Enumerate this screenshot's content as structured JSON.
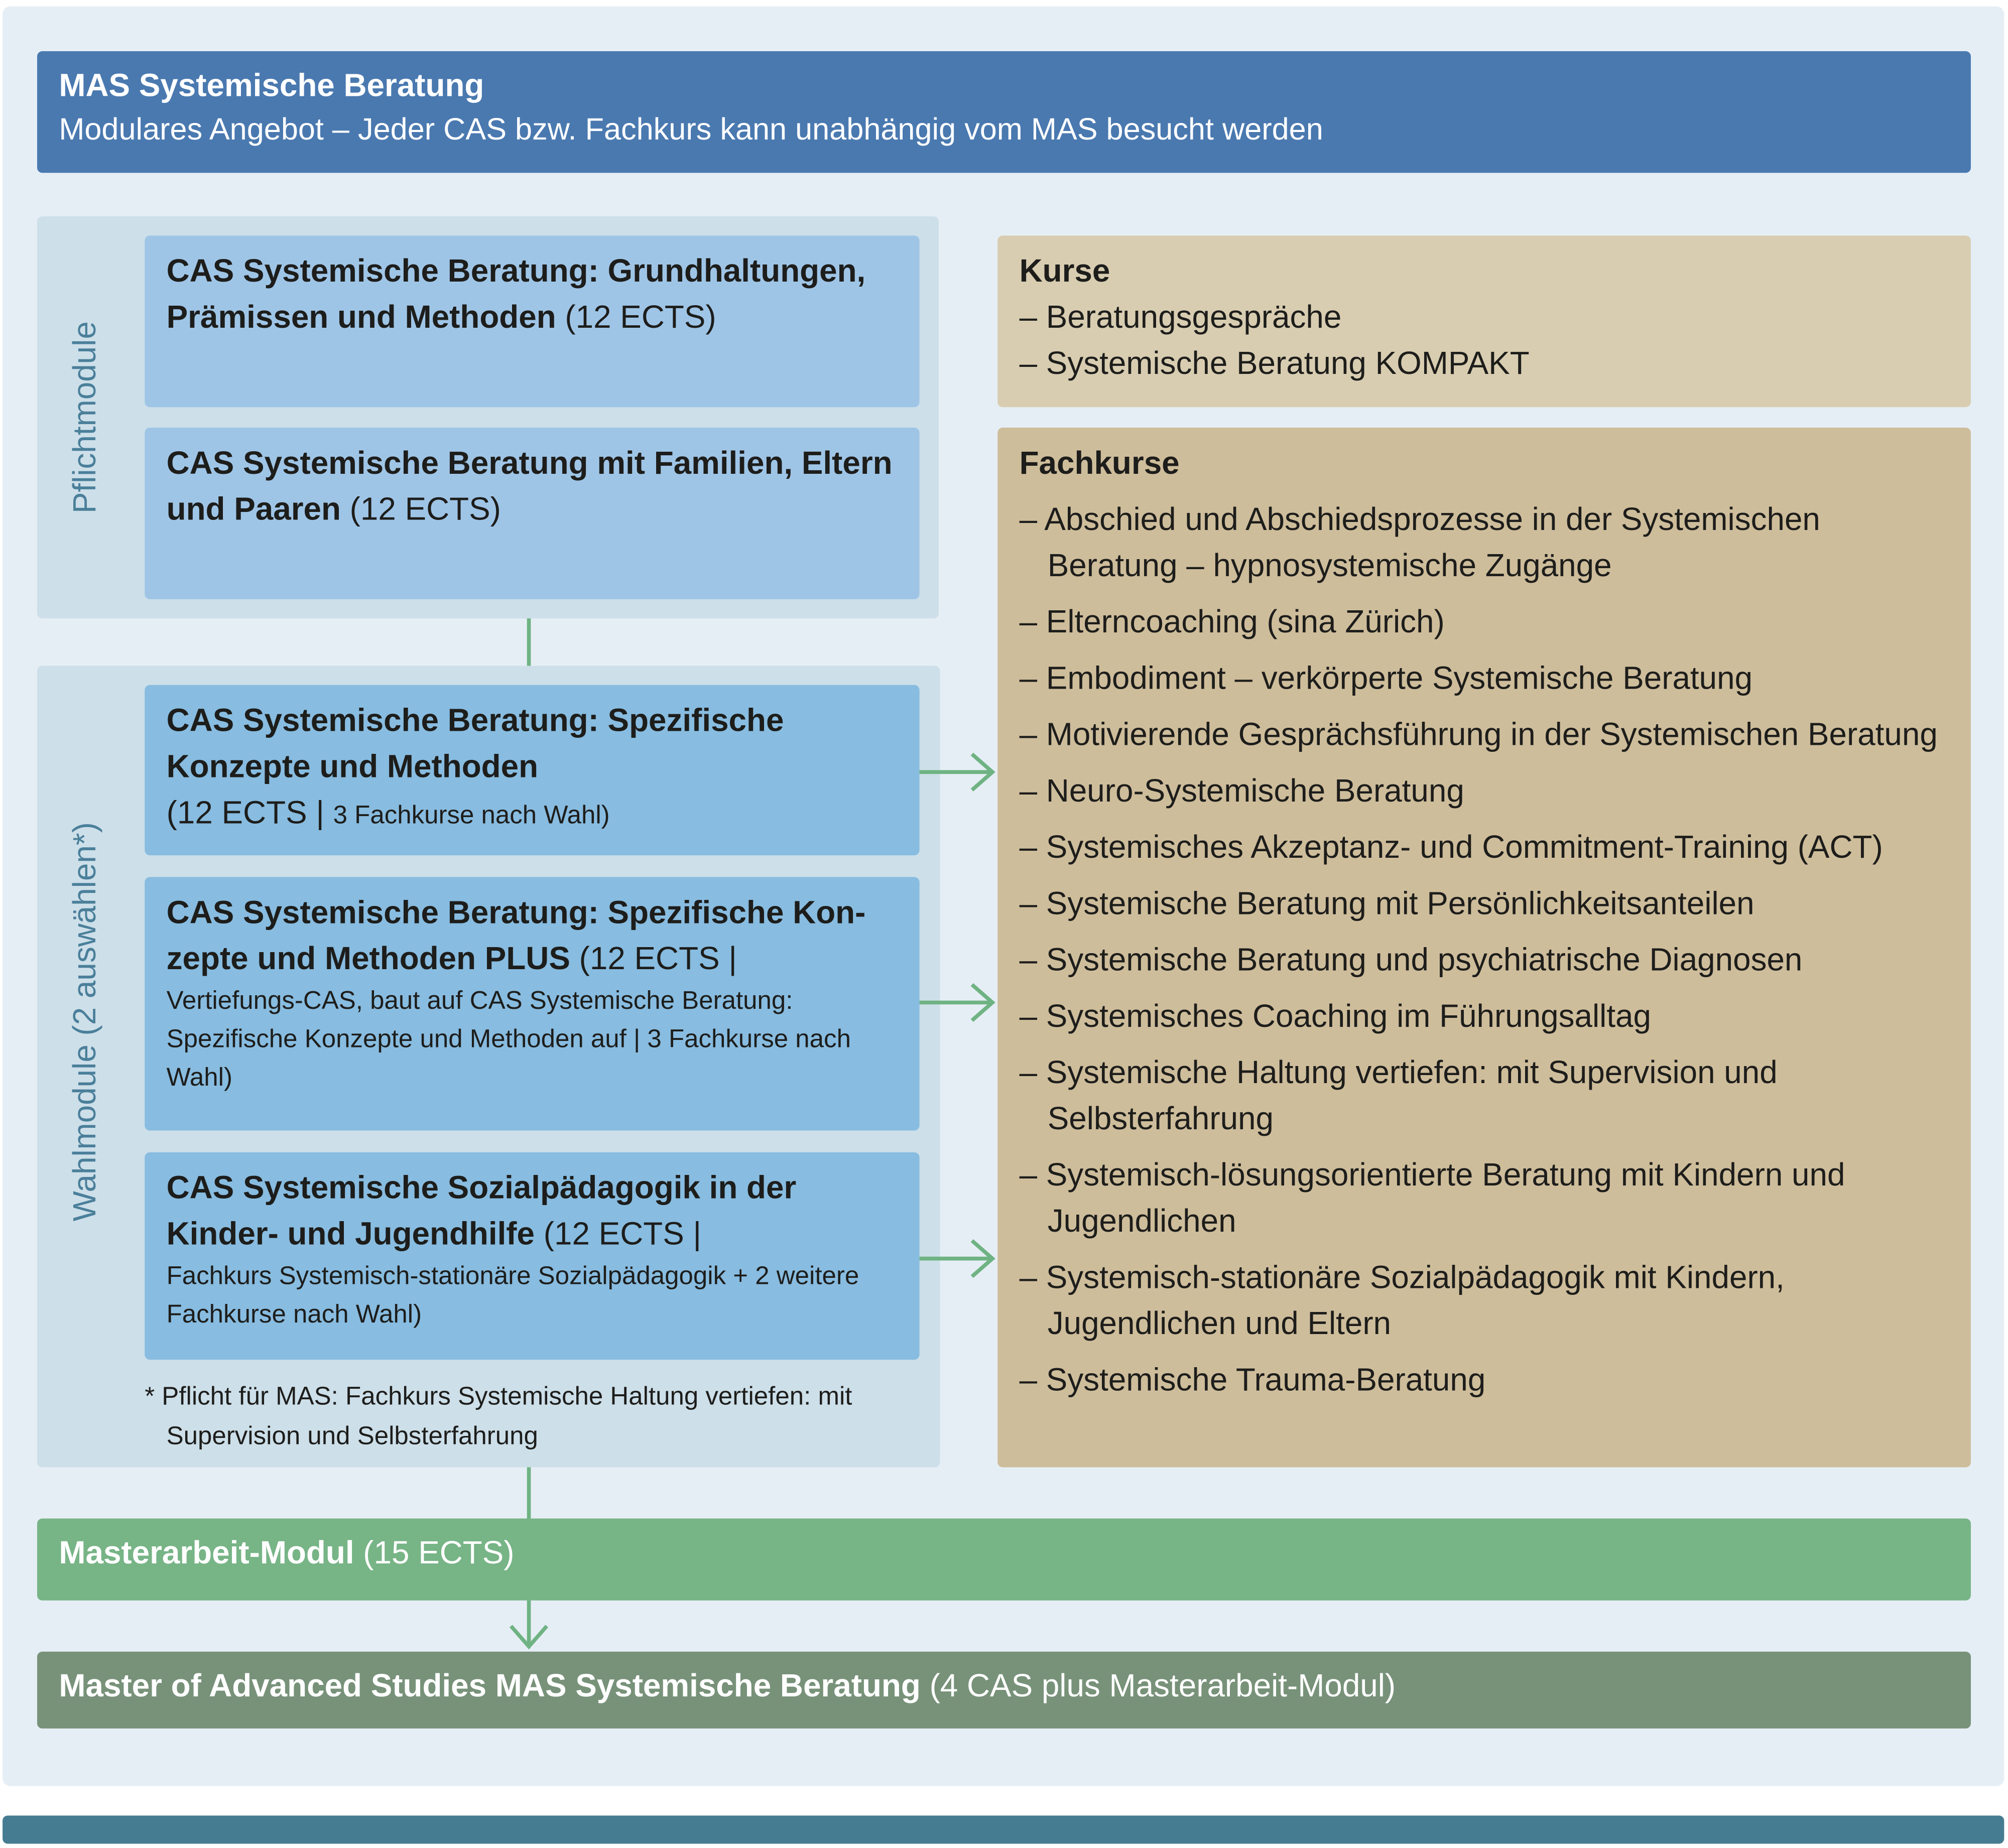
{
  "header": {
    "title": "MAS Systemische Beratung",
    "subtitle": "Modulares Angebot – Jeder CAS bzw. Fachkurs kann unabhängig vom MAS besucht werden"
  },
  "pflicht": {
    "label": "Pflichtmodule",
    "modules": [
      {
        "title": "CAS Systemische Beratung: Grundhaltungen, Prämissen und Methoden",
        "ects": " (12 ECTS)"
      },
      {
        "title": "CAS Systemische Beratung mit Familien, Eltern und Paaren",
        "ects": " (12 ECTS)"
      }
    ]
  },
  "wahl": {
    "label": "Wahlmodule (2 auswählen*)",
    "modules": [
      {
        "title": "CAS Systemische Beratung: Spezifische Konzepte und Methoden",
        "ects": "(12 ECTS | ",
        "detail": "3 Fachkurse nach Wahl)"
      },
      {
        "title": "CAS Systemische Beratung: Spezifische Kon­zepte und Methoden PLUS",
        "ects": " (12 ECTS |",
        "detail": "Vertiefungs-CAS, baut auf CAS Systemische Beratung: Spezifische Konzepte und Methoden auf | 3 Fachkurse nach Wahl)"
      },
      {
        "title": "CAS Systemische Sozialpädagogik in der Kinder- und Jugendhilfe",
        "ects": " (12 ECTS |",
        "detail": "Fachkurs Systemisch-stationäre Sozialpädagogik + 2 weitere Fachkurse nach Wahl)"
      }
    ],
    "footnote": "* Pflicht für MAS: Fachkurs Systemische Haltung vertiefen: mit Supervision und Selbsterfahrung"
  },
  "kurse": {
    "title": "Kurse",
    "items": [
      "– Beratungsgespräche",
      "– Systemische Beratung KOMPAKT"
    ]
  },
  "fachkurse": {
    "title": "Fachkurse",
    "items": [
      "– Abschied und Abschiedsprozesse in der Systemischen Beratung – hypnosystemische Zugänge",
      "– Elterncoaching (sina Zürich)",
      "– Embodiment – verkörperte Systemische Beratung",
      "– Motivierende Gesprächsführung in der Systemischen Beratung",
      "– Neuro-Systemische Beratung",
      "– Systemisches Akzeptanz- und Commitment-Training (ACT)",
      "– Systemische Beratung mit Persönlichkeitsanteilen",
      "– Systemische Beratung und psychiatrische Diagnosen",
      "– Systemisches Coaching im Führungsalltag",
      "– Systemische Haltung vertiefen: mit Supervision und Selbsterfahrung",
      "– Systemisch-lösungsorientierte Beratung mit Kindern und Jugendlichen",
      "– Systemisch-stationäre Sozialpädagogik mit Kindern, Jugendlichen und Eltern",
      "– Systemische Trauma-Beratung"
    ]
  },
  "masterarbeit": {
    "title": "Masterarbeit-Modul",
    "ects": " (15 ECTS)"
  },
  "mas": {
    "title": "Master of Advanced Studies MAS Systemische Beratung",
    "detail": " (4 CAS plus Masterarbeit-Modul)"
  },
  "colors": {
    "header": "#4a79b0",
    "pflicht_box": "#9fc5e6",
    "wahl_box": "#88bce0",
    "kurse": "#d8cdb1",
    "fachkurse": "#cebd9b",
    "masterarbeit": "#77b486",
    "mas": "#78927a",
    "arrow": "#6fb383",
    "footer_bar": "#457c92"
  }
}
